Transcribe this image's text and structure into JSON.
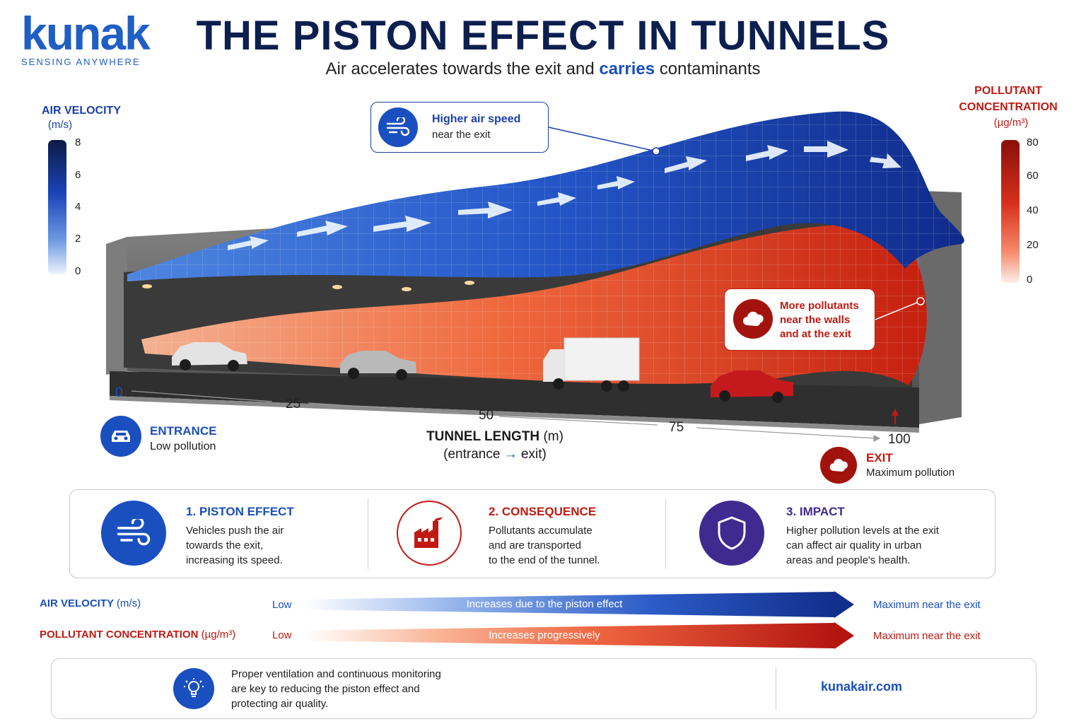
{
  "logo": {
    "word": "kunak",
    "reg": "®",
    "tagline": "SENSING ANYWHERE"
  },
  "header": {
    "title": "THE PISTON EFFECT IN TUNNELS",
    "subtitle_pre": "Air accelerates towards the exit and ",
    "subtitle_em": "carries",
    "subtitle_post": " contaminants"
  },
  "left_scale": {
    "title": "AIR VELOCITY",
    "unit": "(m/s)",
    "ticks": [
      "8",
      "6",
      "4",
      "2",
      "0"
    ],
    "color": "#1a3fa8"
  },
  "right_scale": {
    "title_line1": "POLLUTANT",
    "title_line2": "CONCENTRATION",
    "unit": "(µg/m³)",
    "ticks": [
      "80",
      "60",
      "40",
      "20",
      "0"
    ],
    "color": "#c01a12"
  },
  "callouts": {
    "air": {
      "line1": "Higher air speed",
      "line2": "near the exit",
      "icon": "wind-icon"
    },
    "pollutants": {
      "line1": "More pollutants",
      "line2": "near the walls",
      "line3": "and at the exit",
      "icon": "smoke-cloud-icon"
    }
  },
  "axis": {
    "ticks": [
      "0",
      "25",
      "50",
      "75",
      "100"
    ],
    "label": "TUNNEL LENGTH",
    "unit": "(m)",
    "sub_entrance": "(entrance",
    "sub_arrow": "→",
    "sub_exit": "exit)"
  },
  "markers": {
    "entrance": {
      "title": "ENTRANCE",
      "text": "Low pollution",
      "icon": "car-icon"
    },
    "exit": {
      "title": "EXIT",
      "text": "Maximum pollution",
      "icon": "smoke-cloud-icon"
    }
  },
  "steps": [
    {
      "title": "1. PISTON EFFECT",
      "text": [
        "Vehicles push the air",
        "towards the exit,",
        "increasing its speed."
      ],
      "icon": "wind-icon",
      "color": "#1a4fbf"
    },
    {
      "title": "2. CONSEQUENCE",
      "text": [
        "Pollutants accumulate",
        "and are transported",
        "to the end of the tunnel."
      ],
      "icon": "factory-icon",
      "color": "#c01a12"
    },
    {
      "title": "3. IMPACT",
      "text": [
        "Higher pollution levels at the exit",
        "can affect air quality in urban",
        "areas and people's health."
      ],
      "icon": "shield-icon",
      "color": "#3f2a8f"
    }
  ],
  "gradient_bars": {
    "velocity": {
      "label": "AIR VELOCITY",
      "unit": "(m/s)",
      "low": "Low",
      "text": "Increases due to the piston effect",
      "max": "Maximum near the exit"
    },
    "pollutant": {
      "label": "POLLUTANT CONCENTRATION",
      "unit": "(µg/m³)",
      "low": "Low",
      "text": "Increases progressively",
      "max": "Maximum near the exit"
    }
  },
  "footer": {
    "text": [
      "Proper ventilation and continuous monitoring",
      "are key to reducing the piston effect and",
      "protecting air quality."
    ],
    "url": "kunakair.com",
    "icon": "lightbulb-icon"
  },
  "colors": {
    "blue": "#1a4fbf",
    "navy": "#0d1f4f",
    "red": "#c01a12",
    "purple": "#3f2a8f"
  }
}
